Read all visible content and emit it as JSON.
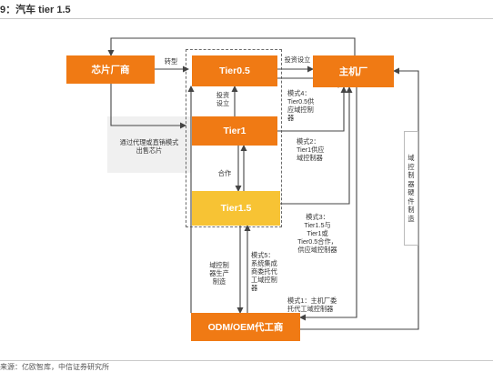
{
  "title": "9：汽车 tier 1.5",
  "footer": "来源：亿欧智库，中信证券研究所",
  "nodes": {
    "chip_maker": "芯片厂商",
    "tier05": "Tier0.5",
    "oem": "主机厂",
    "tier1": "Tier1",
    "tier15": "Tier1.5",
    "odm": "ODM/OEM代工商"
  },
  "labels": {
    "transform": "转型",
    "invest_top": "投资设立",
    "invest_mid": "投资\n设立",
    "cooperate": "合作",
    "agent_sell": "通过代理或直销模式\n出售芯片",
    "mode4": "模式4：\nTier0.5供\n应域控制\n器",
    "mode2": "模式2：\nTier1供应\n域控制器",
    "mode3": "模式3：\nTier1.5与\nTier1或\nTier0.5合作，\n供应域控制器",
    "mode5": "模式5：\n系统集成\n商委托代\n工域控制\n器",
    "mode1": "模式1：主机厂委\n托代工域控制器",
    "domain_mfg": "域控制\n器生产\n制造",
    "hardware_mfg": "域控制器硬件制造"
  },
  "colors": {
    "orange": "#f07a14",
    "yellow": "#f7c334",
    "line": "#444444"
  }
}
